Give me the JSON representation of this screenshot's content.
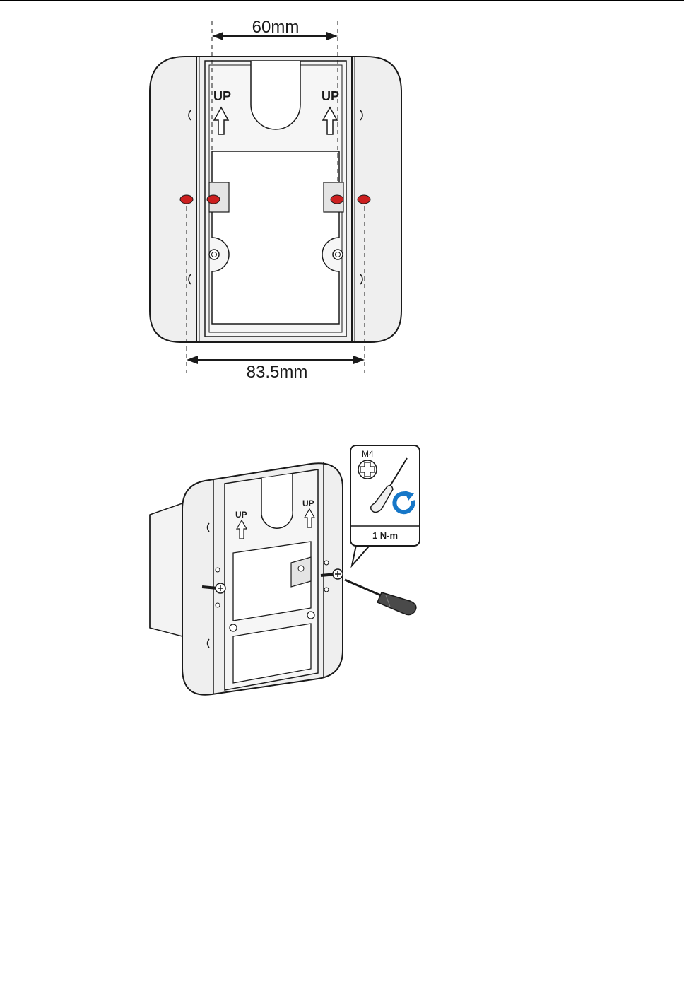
{
  "figure1": {
    "dim_top": "60mm",
    "dim_bottom": "83.5mm",
    "up_left": "UP",
    "up_right": "UP"
  },
  "figure2": {
    "up_left": "UP",
    "up_right": "UP",
    "screw_type": "M4",
    "torque": "1 N-m"
  },
  "colors": {
    "plate_fill": "#efefef",
    "outline": "#1a1a1a",
    "hole_red": "#cc1f1f",
    "rotate_blue": "#1677c8"
  },
  "icons": [
    "phillips-screw-icon",
    "screwdriver-icon",
    "clockwise-rotate-icon"
  ]
}
